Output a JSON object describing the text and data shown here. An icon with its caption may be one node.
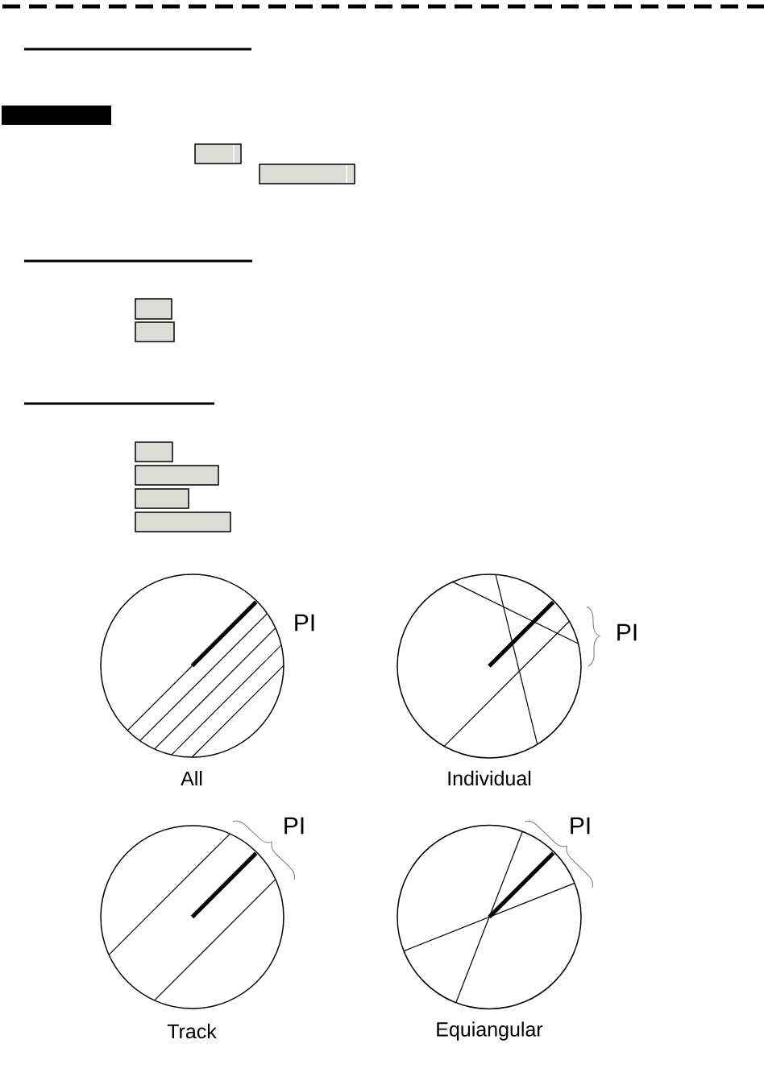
{
  "diagram": {
    "nodes": [
      {
        "text": [],
        "shape": "box"
      }
    ],
    "labels": [
      "PI",
      "PI",
      "All",
      "Individual",
      "PI",
      "PI",
      "Track",
      "Equiangular"
    ]
  }
}
